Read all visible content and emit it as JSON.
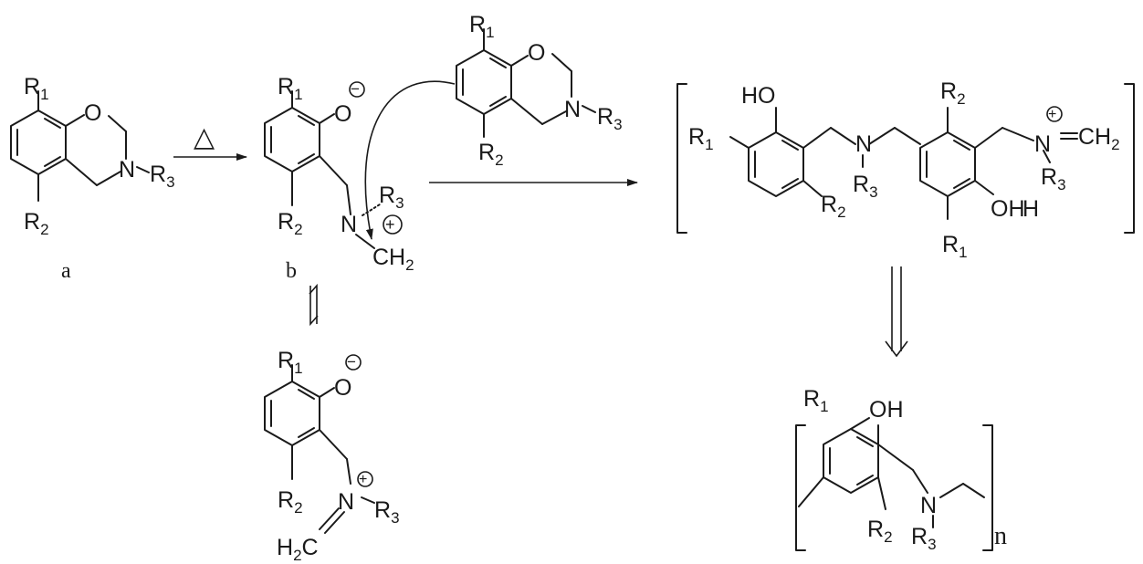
{
  "labels": {
    "a": "a",
    "b": "b",
    "heat": "△",
    "n": "n"
  },
  "groups": {
    "R1": "R",
    "R1_sub": "1",
    "R2": "R",
    "R2_sub": "2",
    "R3": "R",
    "R3_sub": "3",
    "O": "O",
    "N": "N",
    "HO": "HO",
    "OH": "OH",
    "H": "H",
    "CH2_C": "CH",
    "CH2_sub": "2",
    "H2C_H": "H",
    "H2C_sub": "2",
    "H2C_C": "C",
    "minus": "−",
    "plus": "+"
  }
}
